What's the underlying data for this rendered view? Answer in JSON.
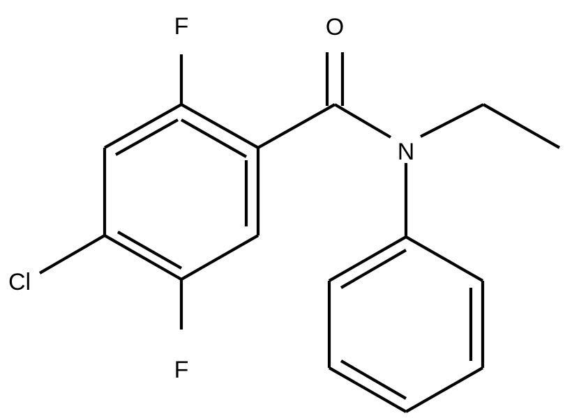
{
  "molecule": {
    "atoms": {
      "O": "O",
      "N": "N",
      "F_top": "F",
      "F_bottom": "F",
      "Cl": "Cl"
    },
    "colors": {
      "bond": "#000000",
      "label": "#000000",
      "background": "#ffffff"
    }
  }
}
